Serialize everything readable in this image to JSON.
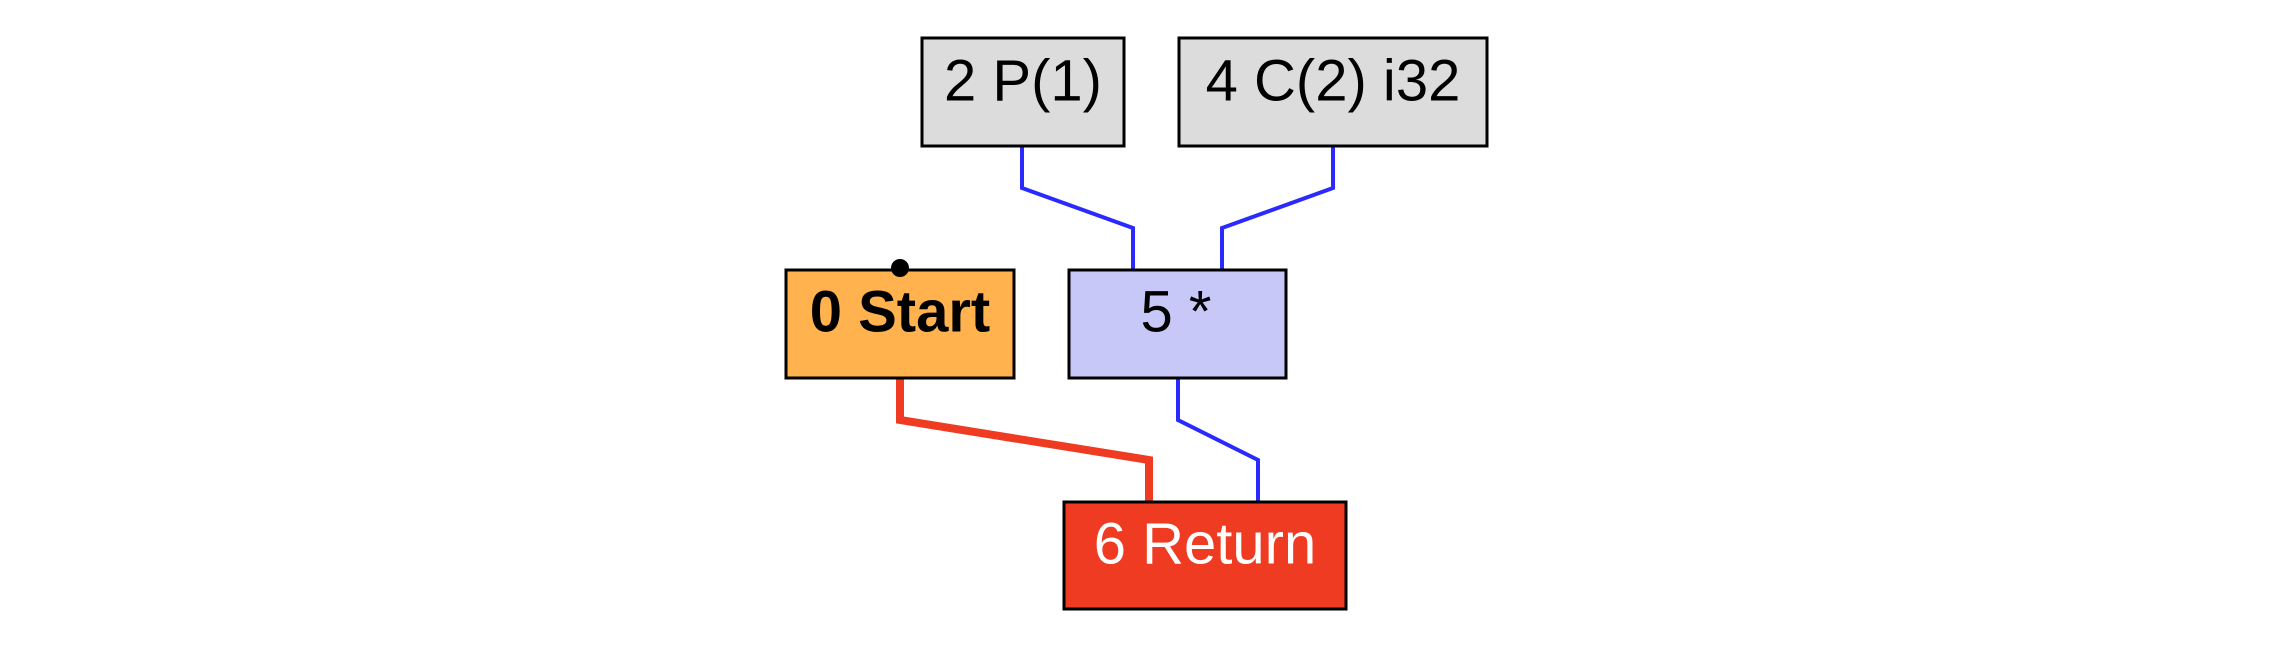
{
  "nodes": {
    "param": {
      "label": "2 P(1)",
      "fill": "#dcdcdc",
      "text_color": "#000000"
    },
    "const": {
      "label": "4 C(2) i32",
      "fill": "#dcdcdc",
      "text_color": "#000000"
    },
    "start": {
      "label": "0 Start",
      "fill": "#ffb24d",
      "text_color": "#000000",
      "bold": true
    },
    "mul": {
      "label": "5 *",
      "fill": "#c8c8f8",
      "text_color": "#000000"
    },
    "ret": {
      "label": "6 Return",
      "fill": "#ee3b22",
      "text_color": "#ffffff"
    }
  },
  "edge_colors": {
    "data": "#2a2aff",
    "control": "#ee3b22"
  }
}
